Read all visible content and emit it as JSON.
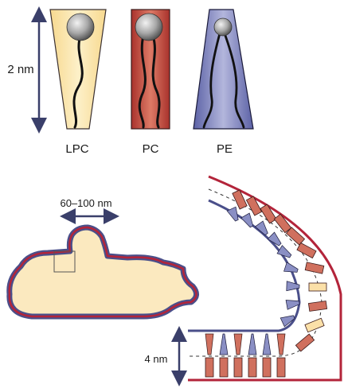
{
  "labels": {
    "height_top": "2 nm",
    "lipids": [
      "LPC",
      "PC",
      "PE"
    ],
    "span": "60–100 nm",
    "thickness": "4 nm"
  },
  "colors": {
    "lpc_fill": "#fbe6b0",
    "pc_fill": "#c9574a",
    "pe_fill": "#8a8fc4",
    "membrane_outer": "#b3243a",
    "membrane_inner": "#4a4f8a",
    "vesicle_fill": "#fbe9bf",
    "head_gray": "#9a9a9a"
  },
  "icons": [
    "sphere-head-icon",
    "lipid-tail-icon",
    "double-arrow-icon"
  ]
}
